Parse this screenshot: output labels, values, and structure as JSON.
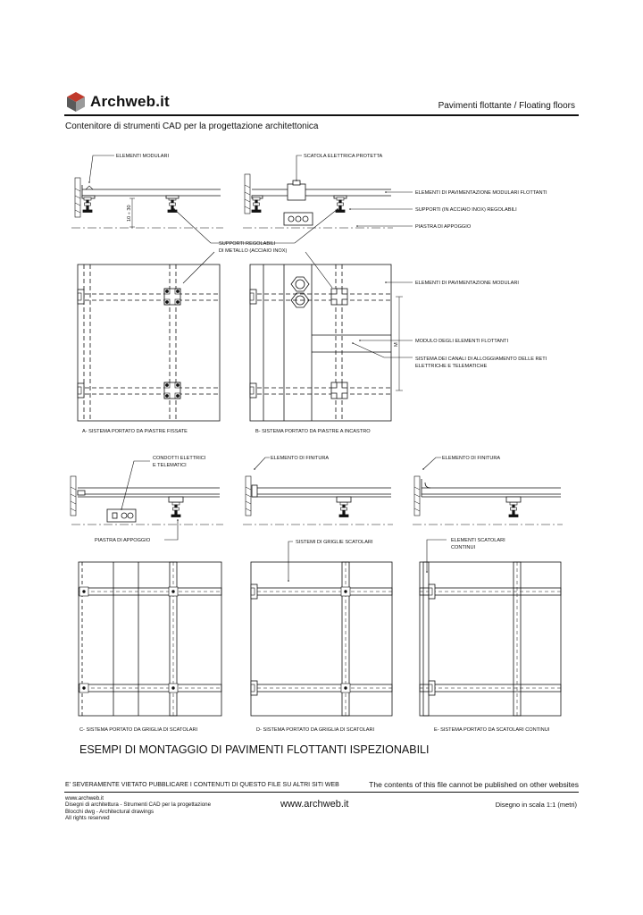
{
  "header": {
    "brand": "Archweb.it",
    "section": "Pavimenti flottante  /  Floating floors",
    "subtitle": "Contenitore di strumenti CAD per la progettazione architettonica"
  },
  "labels": {
    "elementi_modulari": "ELEMENTI MODULARI",
    "scatola_elettrica": "SCATOLA ELETTRICA PROTETTA",
    "elementi_pav_flottanti": "ELEMENTI DI PAVIMENTAZIONE MODULARI FLOTTANTI",
    "supporti_inox": "SUPPORTI (IN ACCIAIO INOX) REGOLABILI",
    "piastra_appoggio_top": "PIASTRA DI APPOGGIO",
    "supporti_regolabili_1": "SUPPORTI  REGOLABILI",
    "supporti_regolabili_2": "DI METALLO (ACCIAIO INOX)",
    "dim_height": "10 ÷ 30",
    "elementi_pav_modulari": "ELEMENTI DI PAVIMENTAZIONE MODULARI",
    "modulo_flottanti": "MODULO DEGLI ELEMENTI  FLOTTANTI",
    "dim_m": "M",
    "canali_1": "SISTEMA DEI CANALI DI ALLOGGIAMENTO DELLE RETI",
    "canali_2": "ELETTRICHE E TELEMATICHE",
    "caption_a": "A- SISTEMA PORTATO DA PIASTRE FISSATE",
    "caption_b": "B- SISTEMA PORTATO DA PIASTRE A INCASTRO",
    "condotti_1": "CONDOTTI ELETTRICI",
    "condotti_2": "E TELEMATICI",
    "elemento_finitura_d": "ELEMENTO DI FINITURA",
    "elemento_finitura_e": "ELEMENTO DI FINITURA",
    "piastra_appoggio_c": "PIASTRA DI APPOGGIO",
    "sistemi_griglie": "SISTEMI DI GRIGLIE SCATOLARI",
    "elementi_scatolari_1": "ELEMENTI SCATOLARI",
    "elementi_scatolari_2": "CONTINUI",
    "caption_c": "C- SISTEMA PORTATO DA GRIGLIA DI SCATOLARI",
    "caption_d": "D- SISTEMA PORTATO DA GRIGLIA DI SCATOLARI",
    "caption_e": "E- SISTEMA PORTATO DA SCATOLARI CONTINUI"
  },
  "drawing_title": "ESEMPI DI MONTAGGIO DI PAVIMENTI FLOTTANTI ISPEZIONABILI",
  "footer": {
    "warning_it": "E' SEVERAMENTE VIETATO PUBBLICARE I CONTENUTI DI QUESTO FILE SU ALTRI SITI WEB",
    "warning_en": "The contents of this file cannot be published on other websites",
    "lines": [
      "www.archweb.it",
      "Disegni di architettura - Strumenti CAD  per la progettazione",
      "Blocchi dwg - Architectural drawings",
      "All rights reserved"
    ],
    "url": "www.archweb.it",
    "scale": "Disegno in scala 1:1 (metri)"
  },
  "colors": {
    "ink": "#111111",
    "logo_dark": "#5a5a5a",
    "logo_red": "#c0392b",
    "logo_light": "#9a9a9a"
  }
}
